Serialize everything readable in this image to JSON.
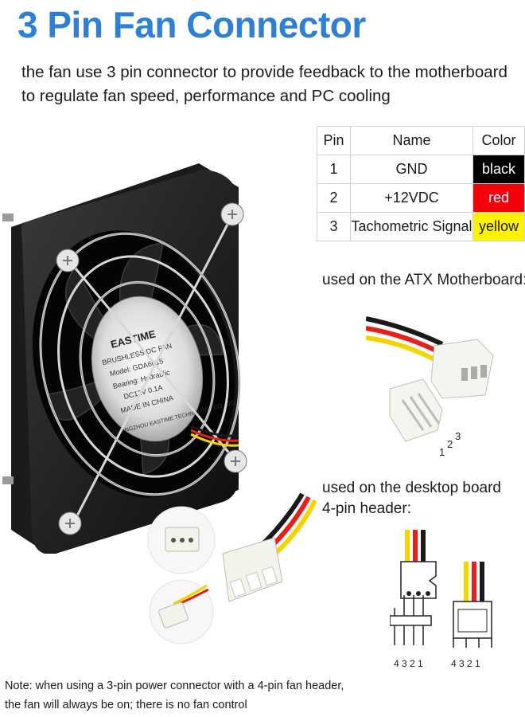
{
  "title": "3 Pin Fan Connector",
  "subtitle_line1": "the fan use 3 pin connector to provide feedback to the motherboard",
  "subtitle_line2": "to regulate fan speed, performance and PC cooling",
  "pin_table": {
    "headers": [
      "Pin",
      "Name",
      "Color"
    ],
    "rows": [
      {
        "pin": "1",
        "name": "GND",
        "color_label": "black",
        "swatch": "#000000",
        "text_color": "#ffffff"
      },
      {
        "pin": "2",
        "name": "+12VDC",
        "color_label": "red",
        "swatch": "#f5000a",
        "text_color": "#ffffff"
      },
      {
        "pin": "3",
        "name": "Tachometric Signal",
        "color_label": "yellow",
        "swatch": "#fff200",
        "text_color": "#1a1a1a"
      }
    ]
  },
  "atx_label": "used on the ATX Motherboard:",
  "atx_pin_numbers": [
    "1",
    "2",
    "3"
  ],
  "desktop_label_line1": "used on the desktop board",
  "desktop_label_line2": "4-pin header:",
  "header_pin_numbers_left": "4 3 2 1",
  "header_pin_numbers_right": "4 3 2 1",
  "fan_brand": "EASTIME",
  "fan_label_lines": [
    "BRUSHLESS DC FAN",
    "Model: GDA6015",
    "Bearing: Hydraulic",
    "DC12V 0.1A",
    "MADE IN CHINA"
  ],
  "fan_label_ring": "GUANGZHOU EASTIME TECHNOLOGY CO.,LTD",
  "note_line1": "Note: when using a 3-pin power connector with a 4-pin fan header,",
  "note_line2": "the fan will always be on; there is no fan control",
  "colors": {
    "title": "#2e7fd6",
    "wire_black": "#1a1a1a",
    "wire_red": "#e8201c",
    "wire_yellow": "#f6d400",
    "connector": "#f4f4ee"
  }
}
